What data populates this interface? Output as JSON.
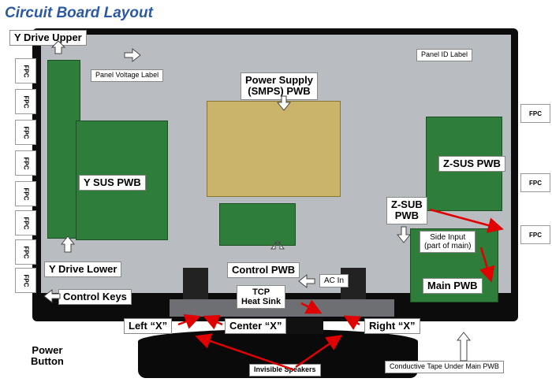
{
  "title": "Circuit Board Layout",
  "labels": {
    "y_drive_upper": "Y Drive Upper",
    "panel_voltage": "Panel Voltage Label",
    "power_supply": "Power Supply\n(SMPS) PWB",
    "panel_id": "Panel ID Label",
    "y_sus": "Y SUS PWB",
    "z_sus": "Z-SUS PWB",
    "z_sub": "Z-SUB\nPWB",
    "side_input": "Side Input\n(part of main)",
    "y_drive_lower": "Y Drive Lower",
    "control_pwb": "Control PWB",
    "ac_in": "AC In",
    "control_keys": "Control Keys",
    "tcp_heat_sink": "TCP\nHeat Sink",
    "main_pwb": "Main PWB",
    "left_x": "Left “X”",
    "center_x": "Center “X”",
    "right_x": "Right “X”",
    "power_button": "Power\nButton",
    "invisible_speakers": "Invisible Speakers",
    "conductive_tape": "Conductive Tape Under Main PWB"
  },
  "fpc_left": [
    "FPC",
    "FPC",
    "FPC",
    "FPC",
    "FPC",
    "FPC",
    "FPC",
    "FPC"
  ],
  "fpc_right": [
    "FPC",
    "FPC",
    "FPC"
  ],
  "colors": {
    "title": "#2b5aa3",
    "pcb": "#2e7d3a",
    "psu": "#c9b46a",
    "arrow_red": "#e00000"
  }
}
